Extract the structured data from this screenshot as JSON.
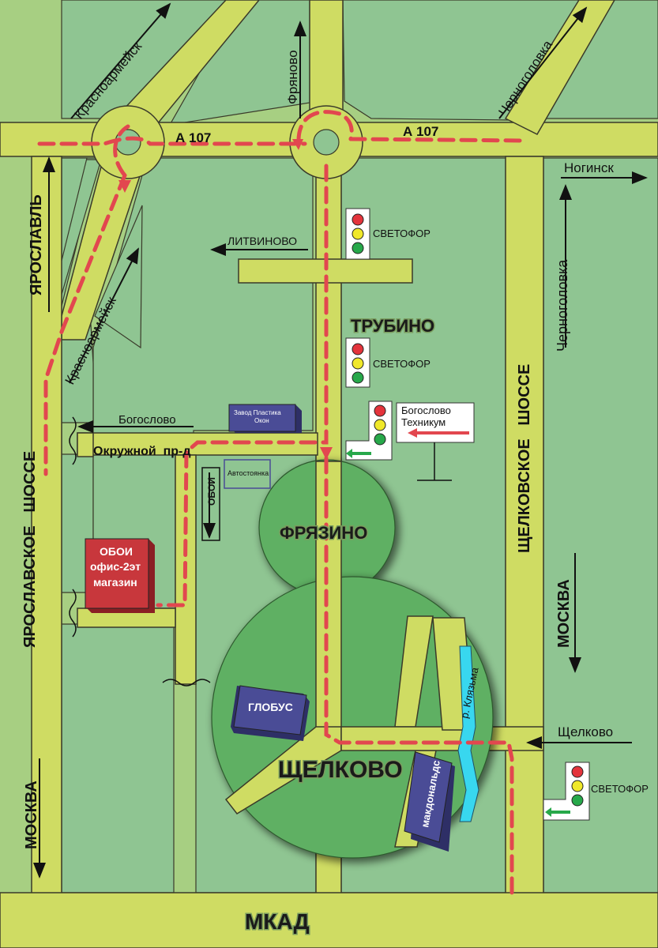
{
  "colors": {
    "background_outer": "#a7cf82",
    "block_fill": "#8fc592",
    "road_fill": "#cfdc63",
    "road_edge": "#3a3a2a",
    "route_dash": "#e2474f",
    "city_green": "#5fb063",
    "building_blue": "#4a4c96",
    "building_red": "#c8373c",
    "river": "#38d7ef"
  },
  "roads": {
    "a107_west": "А 107",
    "a107_east": "А 107",
    "yaroslavl": "ЯРОСЛАВЛЬ",
    "yaroslavskoe_shosse": "ЯРОСЛАВСКОЕ   ШОССЕ",
    "moskva_left": "МОСКВА",
    "krasnoarmeysk_top": "Красноармейск",
    "krasnoarmeysk_mid": "Красноармейск",
    "fryanovo": "Фряново",
    "chernogolovka_top": "Черноголовка",
    "noginsk": "Ногинск",
    "chernogolovka_right": "Черноголовка",
    "schelkovskoe_shosse": "ЩЕЛКОВСКОЕ   ШОССЕ",
    "moskva_right": "МОСКВА",
    "schelkovo_dir": "Щелково",
    "mkad": "МКАД",
    "litvinovo": "ЛИТВИНОВО",
    "bogoslovo": "Богослово",
    "okruzhnoy": "Окружной  пр-д",
    "oboi_street": "ОБОИ",
    "river": "р. Клязьма"
  },
  "places": {
    "trubino": "ТРУБИНО",
    "fryazino": "ФРЯЗИНО",
    "schelkovo": "ЩЕЛКОВО"
  },
  "traffic_lights": {
    "label": "СВЕТОФОР"
  },
  "sign": {
    "line1": "Богослово",
    "line2": "Техникум"
  },
  "buildings": {
    "zavod_line1": "Завод Пластика",
    "zavod_line2": "Окон",
    "avtostoyanka": "Автостоянка",
    "oboi_line1": "ОБОИ",
    "oboi_line2": "офис-2эт",
    "oboi_line3": "магазин",
    "globus": "ГЛОБУС",
    "mcdonalds": "макдональдс"
  }
}
